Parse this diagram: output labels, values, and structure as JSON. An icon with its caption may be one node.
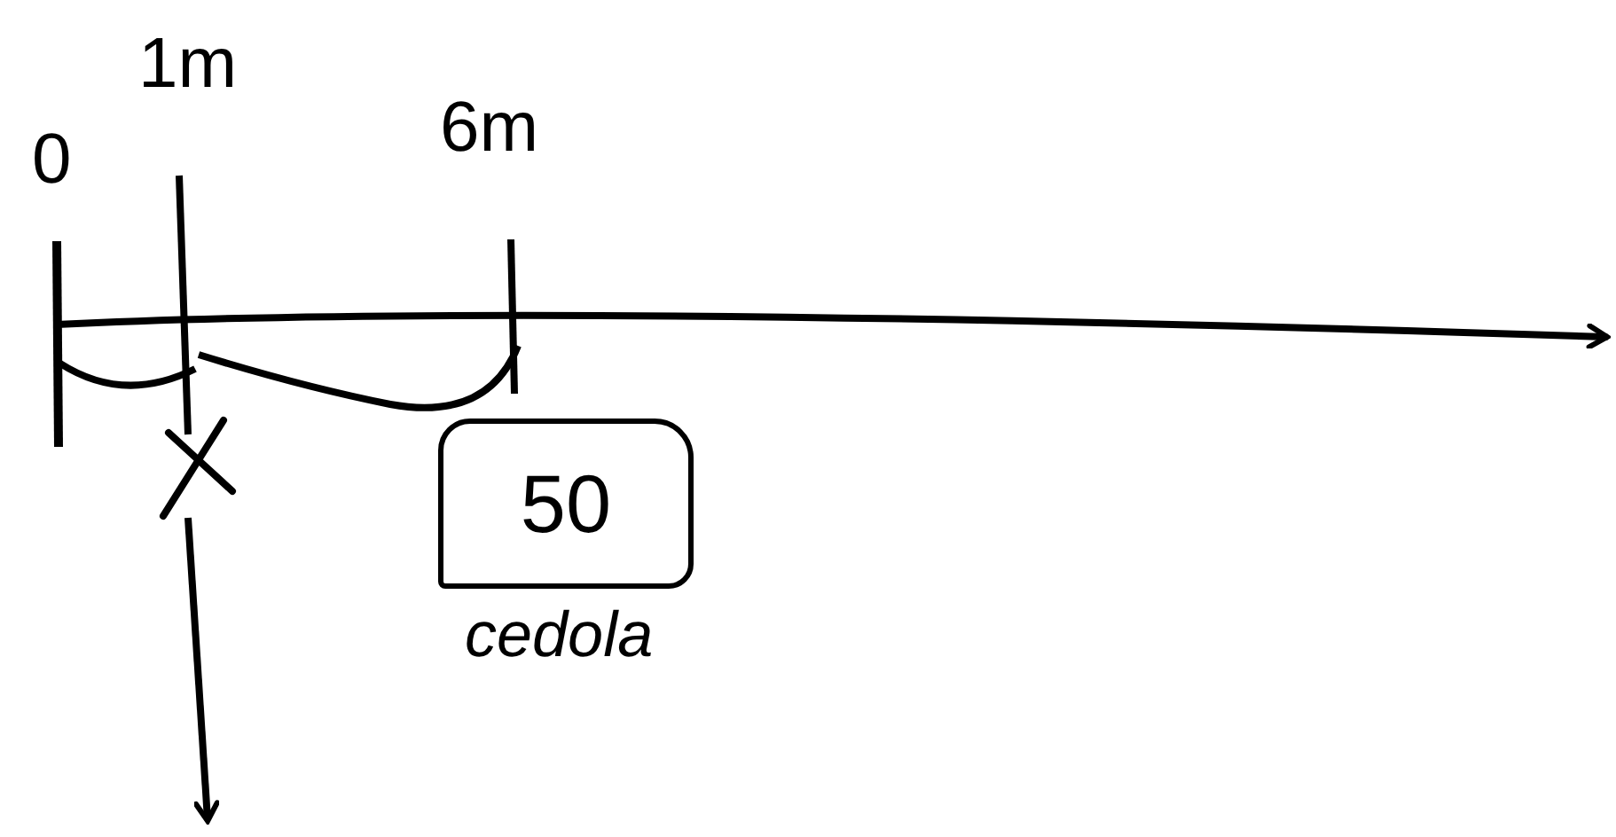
{
  "diagram": {
    "nodes": [
      {
        "text": [
          "50"
        ],
        "beside": [
          "cedola"
        ]
      }
    ],
    "labels": [
      "0",
      "1m",
      "6m"
    ]
  }
}
